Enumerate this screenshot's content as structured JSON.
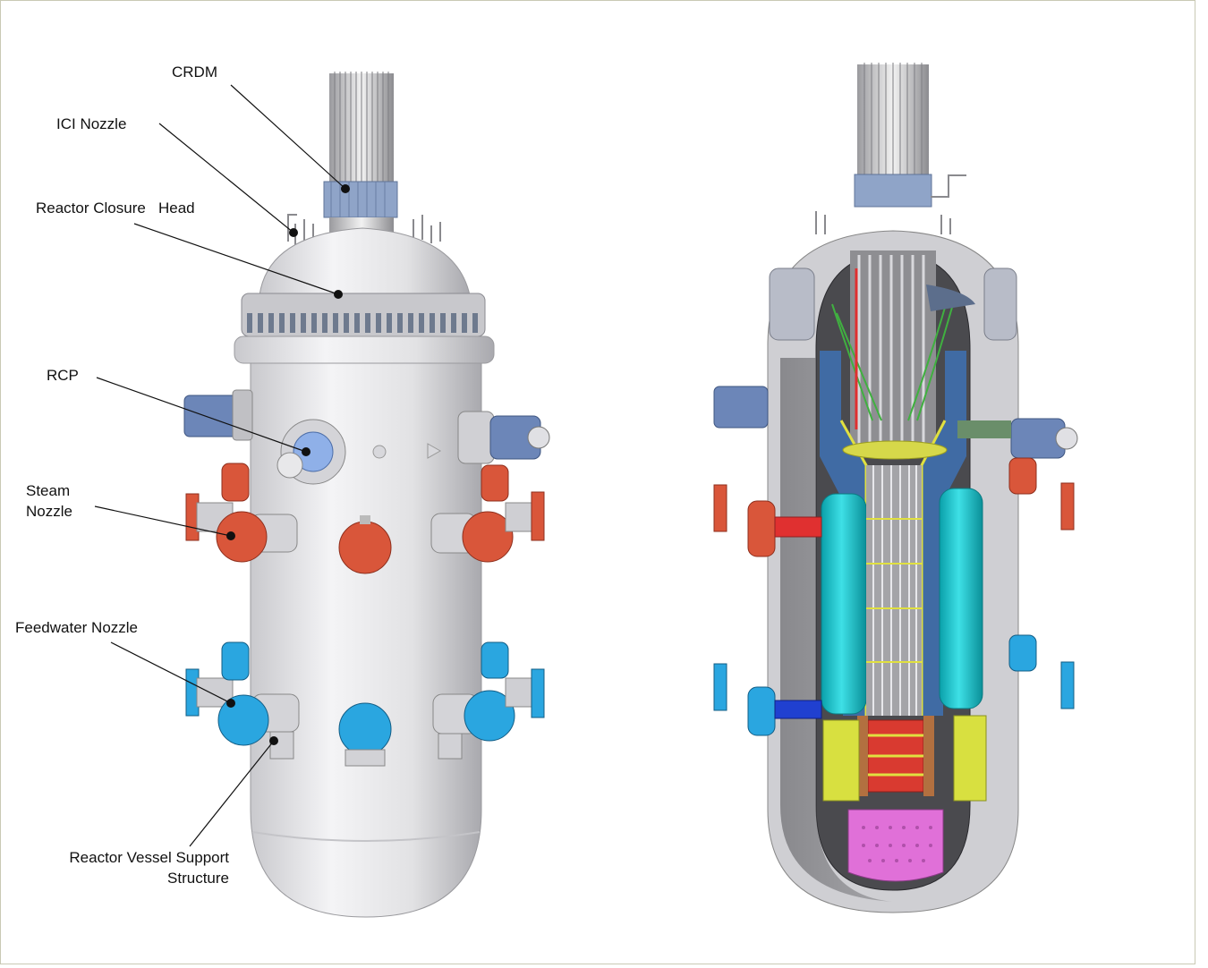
{
  "labels": {
    "crdm": "CRDM",
    "ici_nozzle": "ICI Nozzle",
    "closure_head": "Reactor Closure   Head",
    "rcp": "RCP",
    "steam_nozzle_1": "Steam",
    "steam_nozzle_2": "Nozzle",
    "feedwater_nozzle": "Feedwater Nozzle",
    "support_1": "Reactor Vessel Support",
    "support_2": "Structure"
  },
  "colors": {
    "vessel": "#e6e6e8",
    "vessel_shade": "#b8b8bc",
    "crdm_band": "#8fa4c8",
    "steam_nozzle": "#d9563a",
    "feedwater_nozzle": "#2aa6e0",
    "rcp_motor": "#6c86b8",
    "steam_generator": "#20c0c8",
    "core": "#d93a30",
    "core_support": "#e070d8",
    "baffle_yellow": "#e0e040",
    "piping_green": "#40b040"
  },
  "icons": {
    "leader_dot": "leader-dot-icon"
  }
}
